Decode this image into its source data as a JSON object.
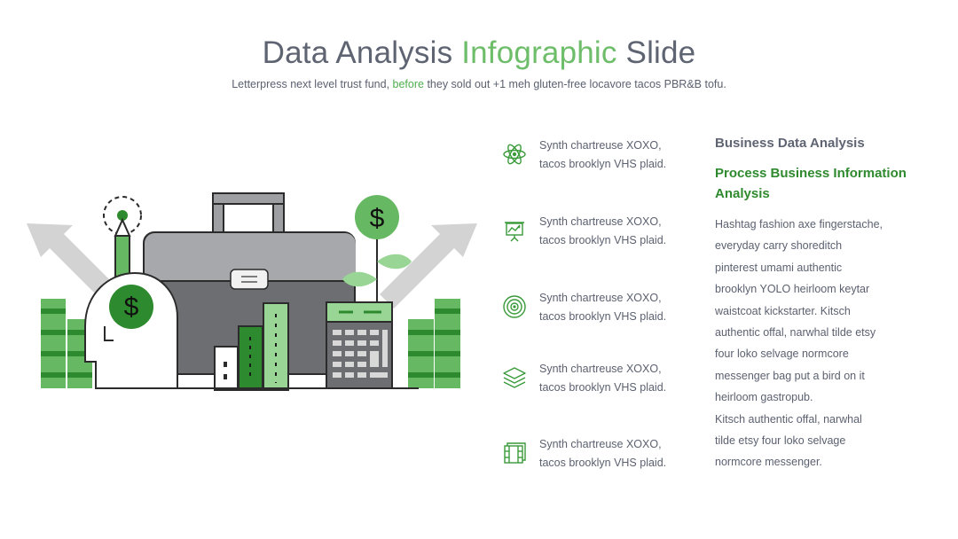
{
  "slide": {
    "title_part1": "Data Analysis ",
    "title_accent": "Infographic",
    "title_part2": " Slide",
    "subtitle_part1": "Letterpress next level trust fund, ",
    "subtitle_accent": "before",
    "subtitle_part2": " they sold out +1 meh gluten-free locavore tacos PBR&B tofu."
  },
  "illustration": {
    "currency_symbol_head": "$",
    "currency_symbol_coin": "$"
  },
  "features": [
    {
      "icon": "atom-icon",
      "line1": "Synth chartreuse XOXO,",
      "line2": "tacos brooklyn VHS plaid."
    },
    {
      "icon": "presentation-board-icon",
      "line1": "Synth chartreuse XOXO,",
      "line2": "tacos brooklyn VHS plaid."
    },
    {
      "icon": "target-icon",
      "line1": "Synth chartreuse XOXO,",
      "line2": "tacos brooklyn VHS plaid."
    },
    {
      "icon": "layers-icon",
      "line1": "Synth chartreuse XOXO,",
      "line2": "tacos brooklyn VHS plaid."
    },
    {
      "icon": "film-strip-icon",
      "line1": "Synth chartreuse XOXO,",
      "line2": "tacos brooklyn VHS plaid."
    }
  ],
  "side_panel": {
    "title": "Business Data Analysis",
    "subtitle": "Process Business Information Analysis",
    "body": "Hashtag fashion axe fingerstache,\neveryday carry shoreditch\npinterest umami authentic\nbrooklyn YOLO heirloom keytar\nwaistcoat kickstarter. Kitsch\nauthentic offal, narwhal tilde etsy\nfour loko selvage normcore\nmessenger bag put a bird on it\nheirloom gastropub.\nKitsch authentic offal, narwhal\ntilde etsy four loko selvage\nnormcore messenger."
  },
  "colors": {
    "accent_green": "#6ebd6a",
    "dark_green": "#2f8a2f",
    "text_gray": "#5b6170",
    "briefcase_gray": "#6d6e72"
  }
}
